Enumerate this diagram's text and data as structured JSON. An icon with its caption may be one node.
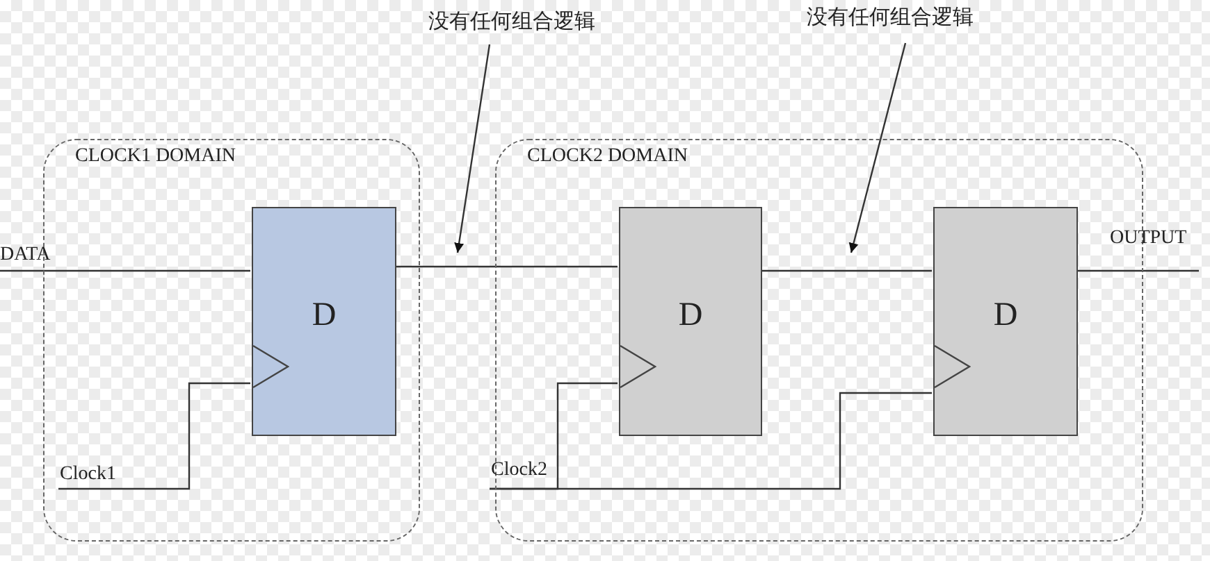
{
  "diagram": {
    "nodes": [
      {
        "text": [
          "没有任何组合逻辑"
        ]
      },
      {
        "text": [
          "没有任何组合逻辑"
        ]
      },
      {
        "text": [
          "CLOCK1 DOMAIN"
        ]
      },
      {
        "text": [
          "D"
        ],
        "in": 2
      },
      {
        "text": [
          "CLOCK2 DOMAIN"
        ]
      },
      {
        "text": [
          "D"
        ],
        "in": 4
      },
      {
        "text": [
          "D"
        ],
        "in": 4
      },
      {
        "text": [
          "DATA"
        ]
      },
      {
        "text": [
          "OUTPUT"
        ]
      },
      {
        "text": [
          "Clock1"
        ],
        "in": 2
      },
      {
        "text": [
          "Clock2"
        ],
        "in": 4
      }
    ],
    "edges": [
      {
        "from": 7,
        "to": 3,
        "arrow": "none"
      },
      {
        "from": 3,
        "to": 5,
        "arrow": "none"
      },
      {
        "from": 5,
        "to": 6,
        "arrow": "none"
      },
      {
        "from": 6,
        "to": 8,
        "arrow": "none"
      },
      {
        "from": 9,
        "to": 3,
        "arrow": "none"
      },
      {
        "from": 10,
        "to": 5,
        "arrow": "none"
      },
      {
        "from": 10,
        "to": 6,
        "arrow": "none"
      },
      {
        "from": 0,
        "to": null,
        "arrow": "to"
      },
      {
        "from": 1,
        "to": null,
        "arrow": "to"
      }
    ]
  }
}
